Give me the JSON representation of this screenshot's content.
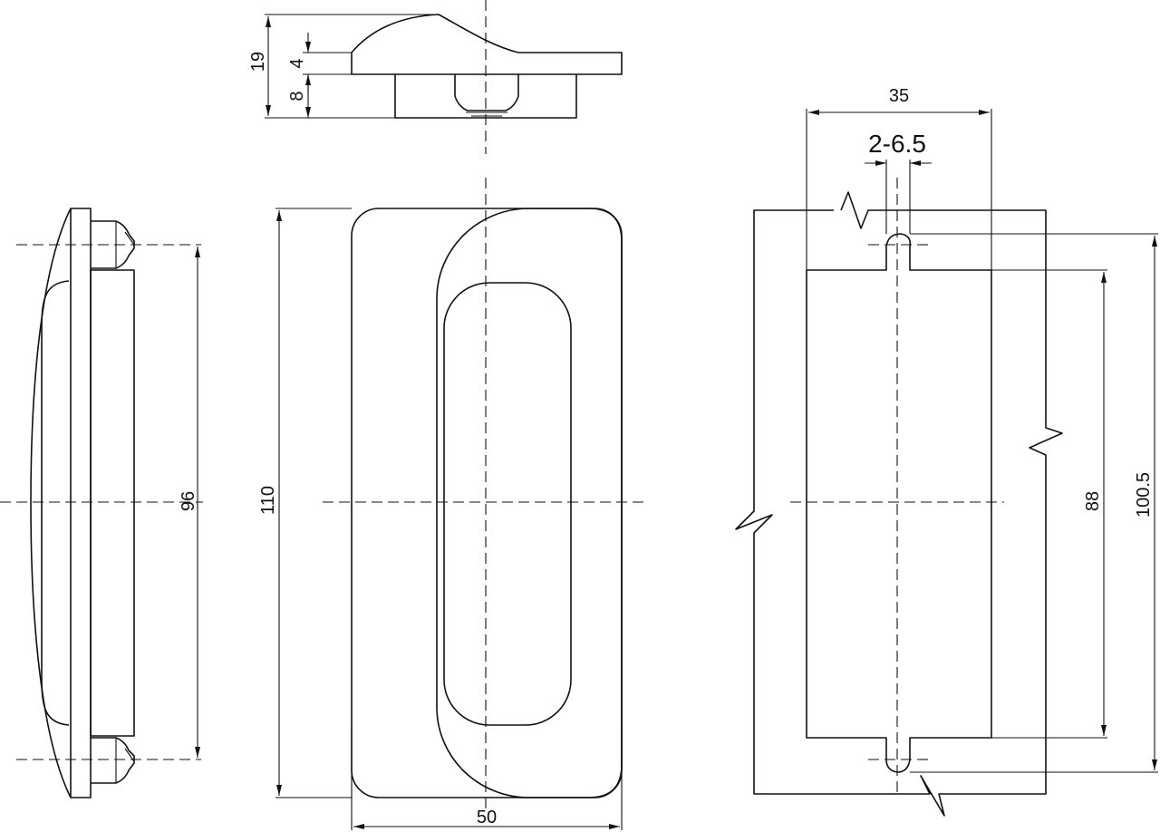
{
  "dimensions": {
    "side_height": "19",
    "side_lip": "4",
    "side_body": "8",
    "hole_pitch": "96",
    "total_height": "110",
    "total_width": "50",
    "cutout_width": "35",
    "mount_holes": "2-6.5",
    "cutout_inner": "88",
    "cutout_outer": "100.5"
  }
}
